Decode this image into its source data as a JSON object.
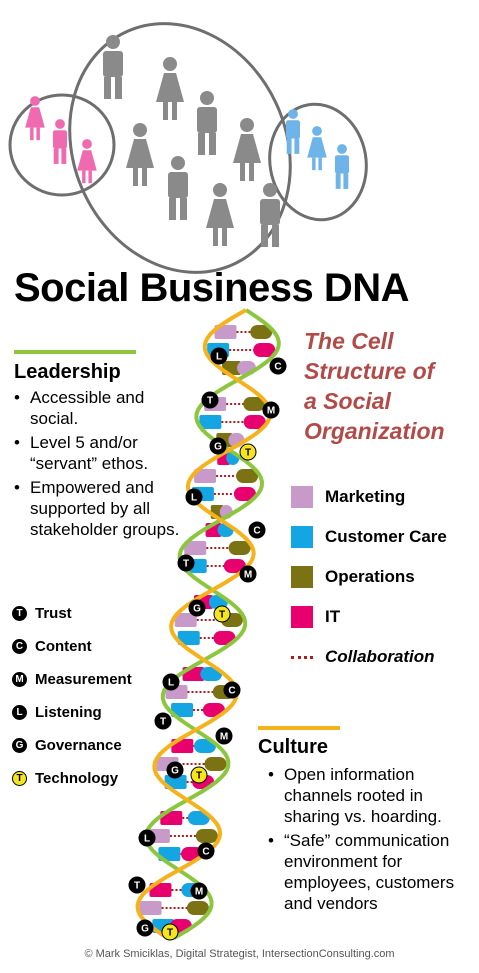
{
  "title": "Social Business DNA",
  "subtitle": [
    "The Cell",
    "Structure of",
    "a Social",
    "Organization"
  ],
  "leadership": {
    "heading": "Leadership",
    "bullets": [
      "Accessible and social.",
      "Level 5 and/or “servant” ethos.",
      "Empowered and supported by all stakeholder groups."
    ]
  },
  "culture": {
    "heading": "Culture",
    "bullets": [
      "Open information channels rooted in sharing vs. hoarding.",
      "“Safe” communication environment for employees, customers and vendors"
    ]
  },
  "legend": [
    {
      "label": "Marketing",
      "color": "#c89ac9"
    },
    {
      "label": "Customer Care",
      "color": "#13a6e3"
    },
    {
      "label": "Operations",
      "color": "#7b7213"
    },
    {
      "label": "IT",
      "color": "#e8006f"
    }
  ],
  "collaboration": {
    "label": "Collaboration",
    "color": "#b01c1c"
  },
  "key": [
    {
      "letter": "T",
      "label": "Trust",
      "style": "dark"
    },
    {
      "letter": "C",
      "label": "Content",
      "style": "dark"
    },
    {
      "letter": "M",
      "label": "Measurement",
      "style": "dark"
    },
    {
      "letter": "L",
      "label": "Listening",
      "style": "dark"
    },
    {
      "letter": "G",
      "label": "Governance",
      "style": "dark"
    },
    {
      "letter": "T",
      "label": "Technology",
      "style": "yellow"
    }
  ],
  "colors": {
    "leadership_bar": "#8cc63f",
    "culture_bar": "#f6b21b",
    "strand_green": "#8cc63f",
    "strand_orange": "#f6b21b",
    "person_gray": "#8a8a8a",
    "person_pink": "#f06ab0",
    "person_blue": "#6fb4e8",
    "ellipse_stroke": "#6e6e6e"
  },
  "footer": "© Mark Smiciklas, Digital Strategist, IntersectionConsulting.com"
}
